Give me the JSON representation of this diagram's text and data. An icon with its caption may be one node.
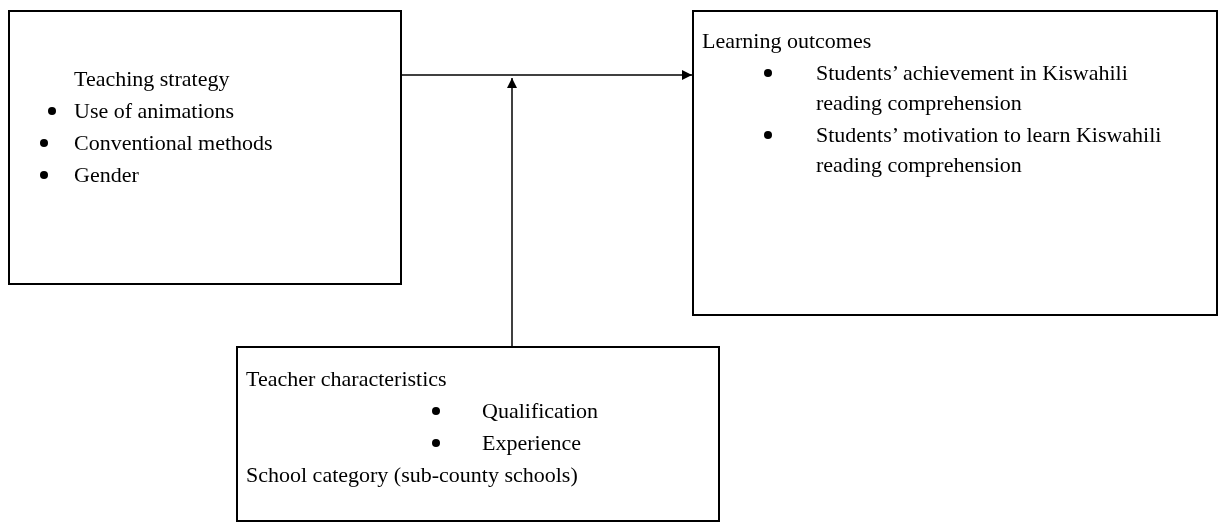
{
  "diagram": {
    "nodes": [
      {
        "text": [
          "Teaching strategy",
          "Use of animations",
          "Conventional methods",
          "Gender"
        ]
      },
      {
        "text": [
          "Learning outcomes",
          "Students’ achievement in Kiswahili reading comprehension",
          "Students’ motivation to learn Kiswahili reading comprehension"
        ]
      },
      {
        "text": [
          "Teacher characteristics",
          "Qualification",
          "Experience",
          "School category (sub-county schools)"
        ]
      }
    ],
    "edges": [
      {
        "from": 0,
        "to": 1,
        "arrow": "to"
      },
      {
        "from": 2,
        "to": null,
        "arrow": "to"
      }
    ]
  }
}
